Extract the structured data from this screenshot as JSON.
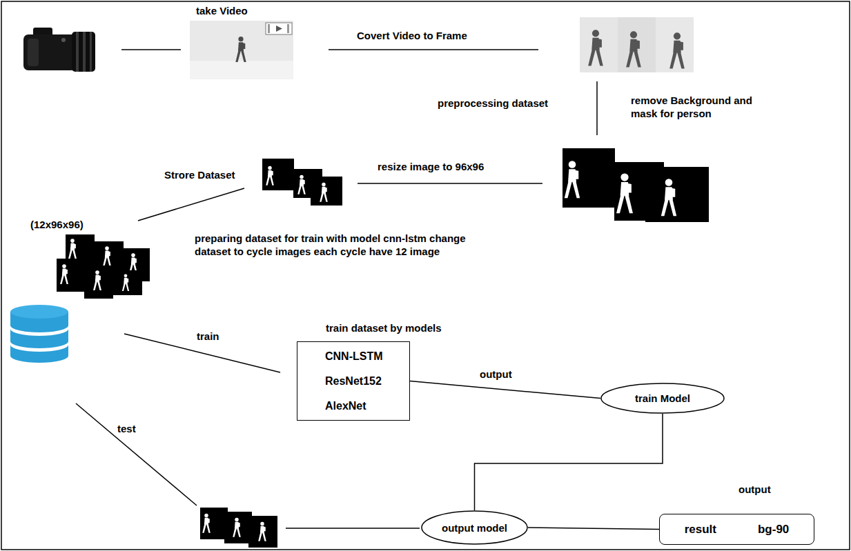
{
  "diagram": {
    "nodes": [
      {
        "text": [
          "CNN-LSTM",
          "ResNet152",
          "AlexNet"
        ]
      },
      {
        "text": [
          "train Model"
        ]
      },
      {
        "text": [
          "output model"
        ]
      },
      {
        "text": [
          "result",
          "bg-90"
        ]
      }
    ],
    "edges": [
      {
        "from": 0,
        "to": 1,
        "label": "output",
        "arrow": "none"
      },
      {
        "from": 1,
        "to": 2,
        "arrow": "none"
      },
      {
        "from": 2,
        "to": 3,
        "arrow": "none"
      }
    ],
    "labels": [
      "take Video",
      "Covert Video to Frame",
      "preprocessing dataset",
      "remove Background and mask for person",
      "resize image to 96x96",
      "Strore Dataset",
      "(12x96x96)",
      "preparing dataset for train with model cnn-lstm change dataset to cycle images each cycle have 12 image",
      "train dataset by models",
      "train",
      "test",
      "output"
    ]
  }
}
